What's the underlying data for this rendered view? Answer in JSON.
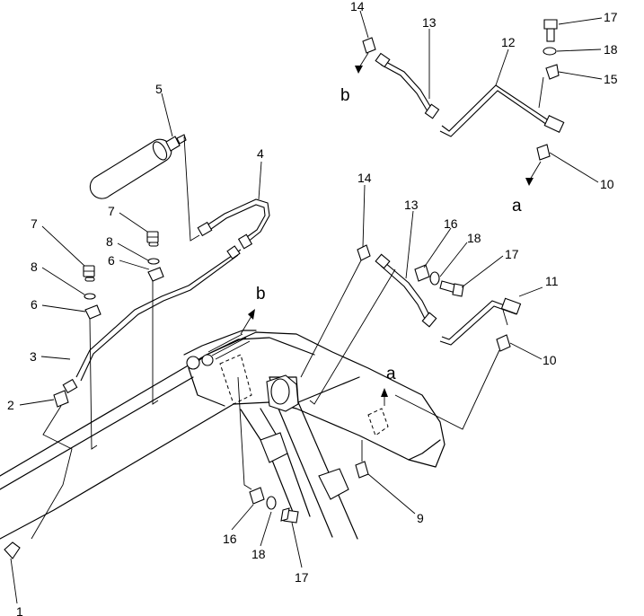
{
  "labels": {
    "l1": "1",
    "l2": "2",
    "l3": "3",
    "l4": "4",
    "l5": "5",
    "l6a": "6",
    "l6b": "6",
    "l7a": "7",
    "l7b": "7",
    "l8a": "8",
    "l8b": "8",
    "l9": "9",
    "l10a": "10",
    "l10b": "10",
    "l11": "11",
    "l12": "12",
    "l13a": "13",
    "l13b": "13",
    "l14a": "14",
    "l14b": "14",
    "l15": "15",
    "l16a": "16",
    "l16b": "16",
    "l17a": "17",
    "l17b": "17",
    "l17c": "17",
    "l18a": "18",
    "l18b": "18",
    "l18c": "18"
  },
  "refs": {
    "a_top": "a",
    "b_top": "b",
    "b_boom": "b",
    "a_boom": "a"
  }
}
